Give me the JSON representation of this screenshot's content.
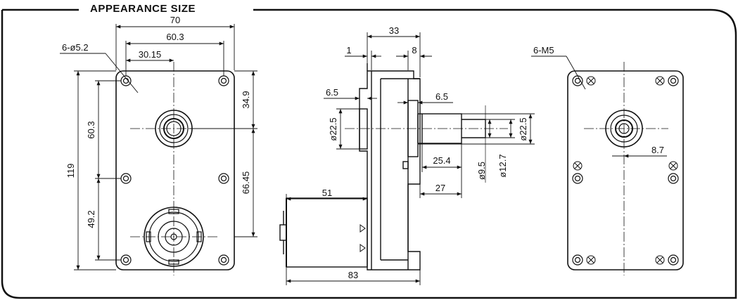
{
  "header": {
    "title": "APPEARANCE SIZE"
  },
  "front_view": {
    "dims": {
      "overall_width": "70",
      "hole_span": "60.3",
      "half_span": "30.15",
      "holes": "6-ø5.2",
      "height": "119",
      "upper_span": "60.3",
      "lower_span": "49.2",
      "top_to_shaft": "34.9",
      "shaft_to_bottom": "66.45"
    }
  },
  "side_view": {
    "dims": {
      "depth": "33",
      "flange_1": "1",
      "flange_8": "8",
      "boss_left": "6.5",
      "boss_right": "6.5",
      "boss_dia_left": "ø22.5",
      "boss_dia_right": "ø22.5",
      "shaft_len_1": "25.4",
      "shaft_len_2": "27",
      "shaft_dia_small": "ø9.5",
      "shaft_dia_large": "ø12.7",
      "motor_len": "51",
      "total_len": "83"
    }
  },
  "rear_view": {
    "dims": {
      "threads": "6-M5",
      "offset": "8.7"
    }
  },
  "colors": {
    "line": "#111111",
    "background": "#ffffff"
  }
}
